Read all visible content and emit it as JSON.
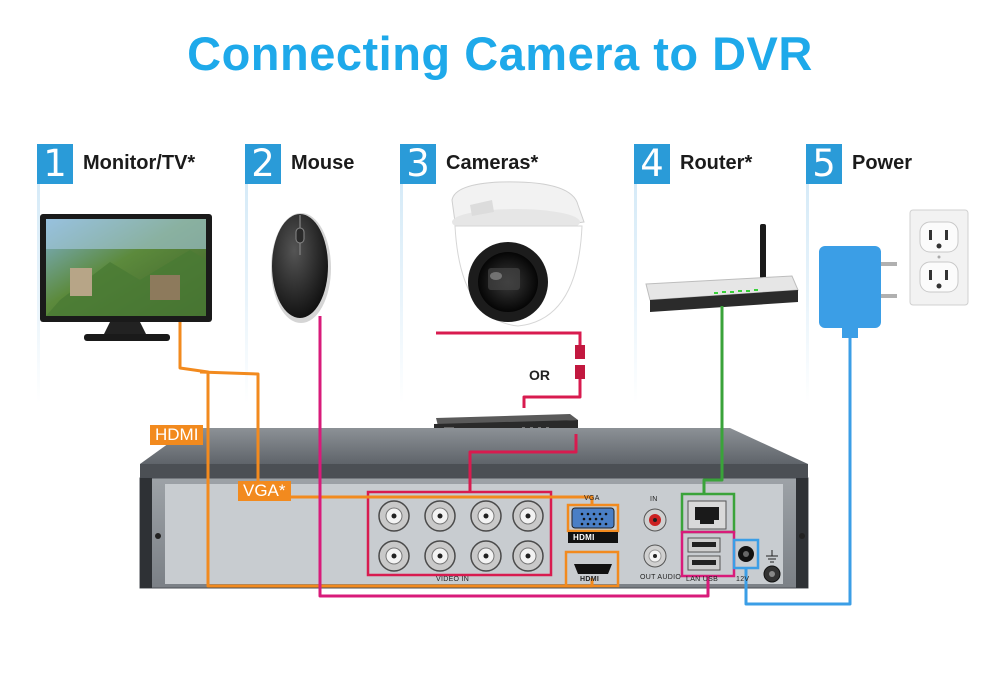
{
  "title": "Connecting Camera to DVR",
  "steps": [
    {
      "num": "1",
      "label": "Monitor/TV*"
    },
    {
      "num": "2",
      "label": "Mouse"
    },
    {
      "num": "3",
      "label": "Cameras*"
    },
    {
      "num": "4",
      "label": "Router*"
    },
    {
      "num": "5",
      "label": "Power"
    }
  ],
  "cables": {
    "hdmi": "HDMI",
    "vga": "VGA*",
    "or": "OR"
  },
  "ports": {
    "vga": "VGA",
    "hdmi_logo": "HDMI",
    "hdmi_port": "HDMI",
    "video_in": "VIDEO IN",
    "in": "IN",
    "out_audio": "OUT AUDIO",
    "lan_usb": "LAN USB",
    "power": "12V"
  },
  "colors": {
    "title": "#1ea9ea",
    "step_badge": "#2a9bd8",
    "hdmi_vga_cable": "#f28a1e",
    "video_cable": "#d81b4f",
    "mouse_cable": "#d81b7a",
    "network_cable": "#3aa33a",
    "power_cable": "#3b9ee6"
  }
}
